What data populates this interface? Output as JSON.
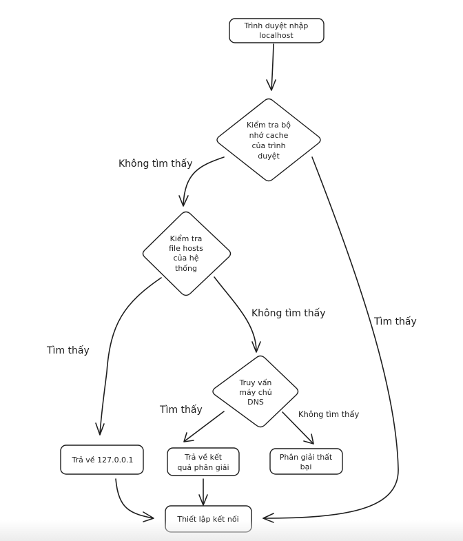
{
  "diagram": {
    "type": "flowchart",
    "colors": {
      "stroke": "#1e1e1e",
      "fill": "#ffffff",
      "background": "#ffffff"
    },
    "nodes": [
      {
        "id": "start",
        "shape": "rounded-rect",
        "lines": [
          "Trình duyệt nhập",
          "localhost"
        ]
      },
      {
        "id": "check_cache",
        "shape": "diamond",
        "lines": [
          "Kiểm tra bộ",
          "nhớ cache",
          "của trình",
          "duyệt"
        ]
      },
      {
        "id": "check_hosts",
        "shape": "diamond",
        "lines": [
          "Kiểm tra",
          "file hosts",
          "của hệ",
          "thống"
        ]
      },
      {
        "id": "dns_query",
        "shape": "diamond",
        "lines": [
          "Truy vấn",
          "máy chủ",
          "DNS"
        ]
      },
      {
        "id": "return_local",
        "shape": "rounded-rect",
        "lines": [
          "Trả về 127.0.0.1"
        ]
      },
      {
        "id": "return_result",
        "shape": "rounded-rect",
        "lines": [
          "Trả về kết",
          "quả phân giải"
        ]
      },
      {
        "id": "resolve_fail",
        "shape": "rounded-rect",
        "lines": [
          "Phân giải thất",
          "bại"
        ]
      },
      {
        "id": "connect",
        "shape": "rounded-rect",
        "lines": [
          "Thiết lập kết nối"
        ]
      }
    ],
    "edges": [
      {
        "id": "e1",
        "from": "start",
        "to": "check_cache",
        "label": ""
      },
      {
        "id": "e2",
        "from": "check_cache",
        "to": "check_hosts",
        "label": "Không tìm thấy"
      },
      {
        "id": "e3",
        "from": "check_cache",
        "to": "connect",
        "label": "Tìm thấy"
      },
      {
        "id": "e4",
        "from": "check_hosts",
        "to": "return_local",
        "label": "Tìm thấy"
      },
      {
        "id": "e5",
        "from": "check_hosts",
        "to": "dns_query",
        "label": "Không tìm thấy"
      },
      {
        "id": "e6",
        "from": "dns_query",
        "to": "return_result",
        "label": "Tìm thấy"
      },
      {
        "id": "e7",
        "from": "dns_query",
        "to": "resolve_fail",
        "label": "Không tìm thấy"
      },
      {
        "id": "e8",
        "from": "return_local",
        "to": "connect",
        "label": ""
      },
      {
        "id": "e9",
        "from": "return_result",
        "to": "connect",
        "label": ""
      }
    ]
  }
}
